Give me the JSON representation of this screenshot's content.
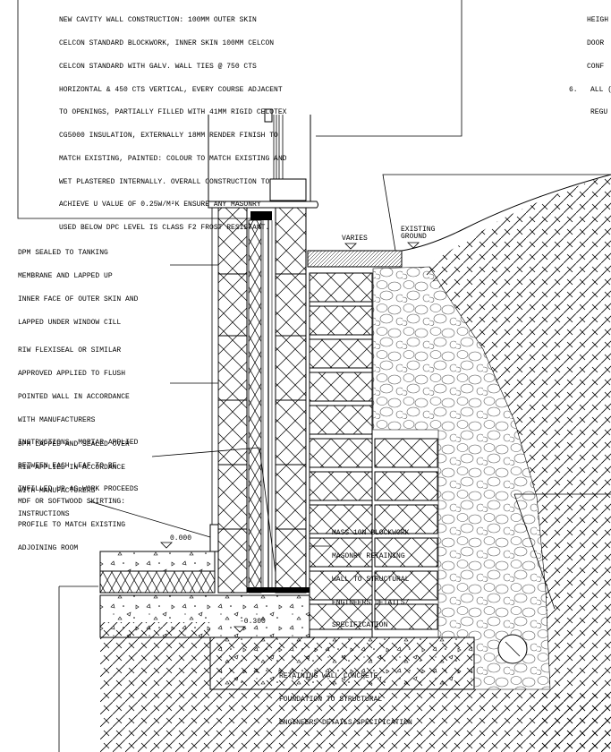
{
  "notes": {
    "cavity_wall": [
      "NEW CAVITY WALL CONSTRUCTION: 100mm OUTER SKIN",
      "CELCON STANDARD BLOCKWORK, INNER SKIN 100mm CELCON",
      "CELCON STANDARD WITH GALV. WALL TIES @ 750 CTS",
      "HORIZONTAL & 450 CTS VERTICAL, EVERY COURSE ADJACENT",
      "TO OPENINGS, PARTIALLY FILLED WITH 41mm RIGID CELOTEX",
      "CG5000 INSULATION, EXTERNALLY 18mm RENDER FINISH TO",
      "MATCH EXISTING, PAINTED: COLOUR TO MATCH EXISTING AND",
      "WET PLASTERED INTERNALLY. OVERALL CONSTRUCTION TO",
      "ACHIEVE U VALUE OF 0.25W/m²K ENSURE ANY MASONRY",
      "USED BELOW DPC LEVEL IS CLASS F2 FROST RESISTANT."
    ],
    "top_right": [
      "HEIGH",
      "DOOR",
      "CONF",
      "6.   ALL (",
      "     REGU"
    ],
    "dpm_sealed": [
      "DPM SEALED TO TANKING",
      "MEMBRANE AND LAPPED UP",
      "INNER FACE OF OUTER SKIN AND",
      "LAPPED UNDER WINDOW CILL"
    ],
    "riw": [
      "RIW FLEXISEAL OR SIMILAR",
      "APPROVED APPLIED TO FLUSH",
      "POINTED WALL IN ACCORDANCE",
      "WITH MANUFACTURERS",
      "INSTRUCTIONS. MORTAR APPLIED",
      "BETWEEN EACH LEAF TO BE",
      "INFILLED UP AS WORK PROCEEDS"
    ],
    "dpm_lapped": [
      "DPM LAPPED AND SEALED OVER",
      "RIW APPLIED IN ACCORDANCE",
      "WITH MANUFACTURERS",
      "INSTRUCTIONS"
    ],
    "skirting": [
      "MDF OR SOFTWOOD SKIRTING:",
      "PROFILE TO MATCH EXISTING",
      "ADJOINING ROOM"
    ],
    "retaining_wall": [
      "MASS 10N BLOCKWORK",
      "MASONRY RETAINING",
      "WALL TO STRUCTURAL",
      "ENGINEERS DETAILS/",
      "SPECIFICATION"
    ],
    "foundation": [
      "RETAINING WALL CONCRETE",
      "FOUNDATION TO STRUCTURAL",
      "ENGINEERS DETAILS/SPECIFICATION"
    ]
  },
  "levels": {
    "floor": "0.000",
    "foundation": "-0.300",
    "varies": "VARIES",
    "existing_ground": [
      "EXISTING",
      "GROUND"
    ]
  }
}
